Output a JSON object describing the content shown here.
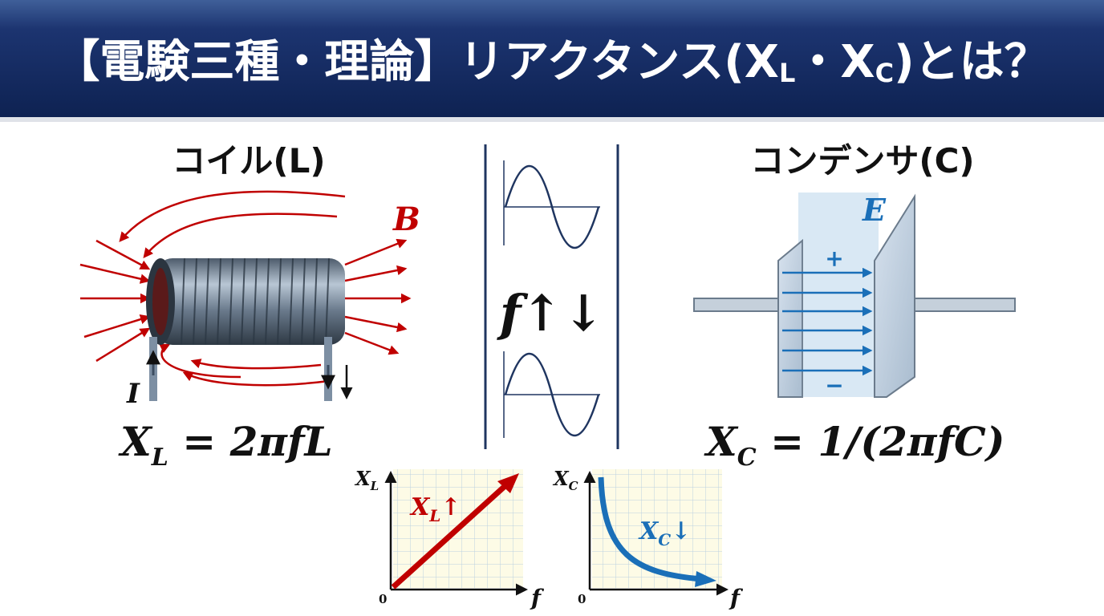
{
  "header": {
    "title": "【電験三種・理論】リアクタンス(X",
    "sub_l": "L",
    "dot": "・X",
    "sub_c": "C",
    "end": ")とは？"
  },
  "coil": {
    "heading": "コイル(L)",
    "field_label": "B",
    "current_label": "I",
    "formula": {
      "var": "X",
      "sub": "L",
      "rhs": " = 2πfL"
    }
  },
  "center": {
    "freq_label": "f↑↓"
  },
  "capacitor": {
    "heading": "コンデンサ(C)",
    "field_label": "E",
    "plus": "+",
    "minus": "−",
    "formula": {
      "var": "X",
      "sub": "C",
      "rhs": " = 1/(2πfC)"
    }
  },
  "graphs": [
    {
      "y_axis": "X",
      "y_sub": "L",
      "x_axis": "f",
      "origin": "0",
      "curve_label": "X",
      "curve_sub": "L",
      "trend": "↑",
      "color": "#c00000",
      "shape": "linear-increasing"
    },
    {
      "y_axis": "X",
      "y_sub": "C",
      "x_axis": "f",
      "origin": "0",
      "curve_label": "X",
      "curve_sub": "C",
      "trend": "↓",
      "color": "#1a6fb8",
      "shape": "inverse-decreasing"
    }
  ],
  "colors": {
    "header": "#13295c",
    "navy": "#1f3560",
    "red": "#c00000",
    "blue": "#1a6fb8"
  }
}
